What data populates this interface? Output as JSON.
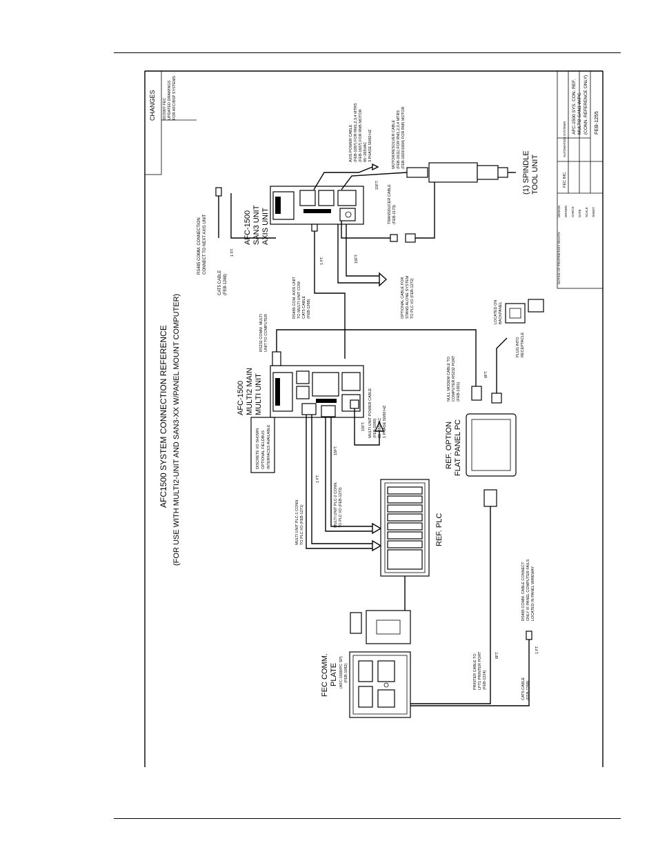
{
  "sheet": {
    "title": "AFC1500 SYSTEM CONNECTION REFERENCE",
    "subtitle": "(FOR USE WITH MULTI2-UNIT AND SAN3-XX W/PANEL MOUNT COMPUTER)"
  },
  "revision": {
    "header": "CHANGES",
    "date": "02/2007 FEC",
    "line1": "UPDATED DRAWINGS",
    "line2": "FOR AFC/BSP SYSTEMS"
  },
  "units": {
    "axis": [
      "AFC-1500",
      "SAN3 UNIT",
      "AXIS UNIT"
    ],
    "main": [
      "AFC-1500",
      "MULTI2 MAIN",
      "MULTI UNIT"
    ],
    "spindle": [
      "(1) SPINDLE",
      "TOOL UNIT"
    ],
    "plc": "REF. PLC",
    "flat_panel": [
      "REF. OPTION",
      "FLAT PANEL PC"
    ],
    "fec_plate": [
      "FEC COMM.",
      "PLATE",
      "(AFC-1500/PC SP)",
      "(FEB-1082)"
    ]
  },
  "cables": {
    "rs485_next": [
      "RS485 COMM. CONNECTION",
      "CONNECT TO NEXT AXIS UNIT"
    ],
    "cat5_top": [
      "CAT5 CABLE",
      "(FEB-1268)"
    ],
    "cat5_top_len": "1 FT.",
    "axis_power": [
      "AXIS POWER CABLE",
      "(FEB-1087) FOR RM1,2,3,4 MTRS",
      "(FEB-1607) FOR RM5 MOTOR",
      "85~265VAC",
      "3 PHASE 50/60 HZ"
    ],
    "motor_resolver": [
      "MOTOR/RESOLVER CABLE",
      "(FEB-1611) FOR RM1,2,3,4 MTRS",
      "(FEB-1603/1604) FOR RM5 MOTOR"
    ],
    "len_15ft": "15FT.",
    "transducer": [
      "TRANSDUCER CABLE",
      "(FEB-1173)"
    ],
    "rs485_axis": [
      "RS485 COM. AXIS UNIT",
      "TO MULTI UNIT COM",
      "CAT5 CABLE",
      "(FEB-1268)"
    ],
    "len_1ft": "1 FT.",
    "optional_cable": [
      "OPTIONAL CABLE FOR",
      "STAND ALONE SYSTEM",
      "TO PLC I/O (FEB-1272)"
    ],
    "rs232": [
      "RS232 COMM. MULTI",
      "UNIT TO COMPUTER"
    ],
    "discrete_io": [
      "DISCRETE I/O SHOWN",
      "OPTIONAL FIELDBUS",
      "INTERFACES AVAILABLE"
    ],
    "multi_power": [
      "MULTI UNIT POWER CABLE",
      "(FEB-1090)",
      "85~265VAC",
      "1 PHASE 50/60 HZ"
    ],
    "null_modem": [
      "NULL MODEM CABLE TO",
      "COMPUTER RS232 PORT",
      "(FEB-1301)"
    ],
    "len_6ft": "6FT.",
    "plc1": [
      "MULTI UNIT PLC-1 CONN.",
      "TO PLC I/O (FEB-1271)"
    ],
    "plc2": [
      "MULTI UNIT PLC-2 CONN.",
      "TO PLC I/O (FEB-1272)"
    ],
    "plug_into": [
      "PLUG INTO",
      "RECEPTACLE"
    ],
    "located_on": [
      "LOCATED ON",
      "BACKPANEL"
    ],
    "printer": [
      "PRINTER CABLE TO",
      "LPT1 PRINTER PORT",
      "(FEB-1224)"
    ],
    "cat5_bottom": [
      "CAT5 CABLE",
      "(FEB-1268)"
    ],
    "rs485_bottom": [
      "RS485 COMM. CABLE CONNECT",
      "ONLY IF PANEL COMPUTER FAILS",
      "LOCATED IN PANEL WIREWAY"
    ]
  },
  "title_block": {
    "company": "FEC INC.",
    "dept": "AUTOMATION SYSTEMS",
    "drawing_title": [
      "AFC-1500 SYS. CON. REF.",
      "MULTI2-SAN3 W/PC",
      "(CONN. REFERENCE ONLY)"
    ],
    "drawing_no": "FEB-1255",
    "rows": [
      "DESIGN",
      "DRAWN",
      "CHECK",
      "DATE",
      "SCALE",
      "SHEET"
    ],
    "proprietary": "NOTICE OF PROPRIETARY RIGHTS"
  },
  "colors": {
    "ink": "#000000",
    "paper": "#ffffff"
  }
}
